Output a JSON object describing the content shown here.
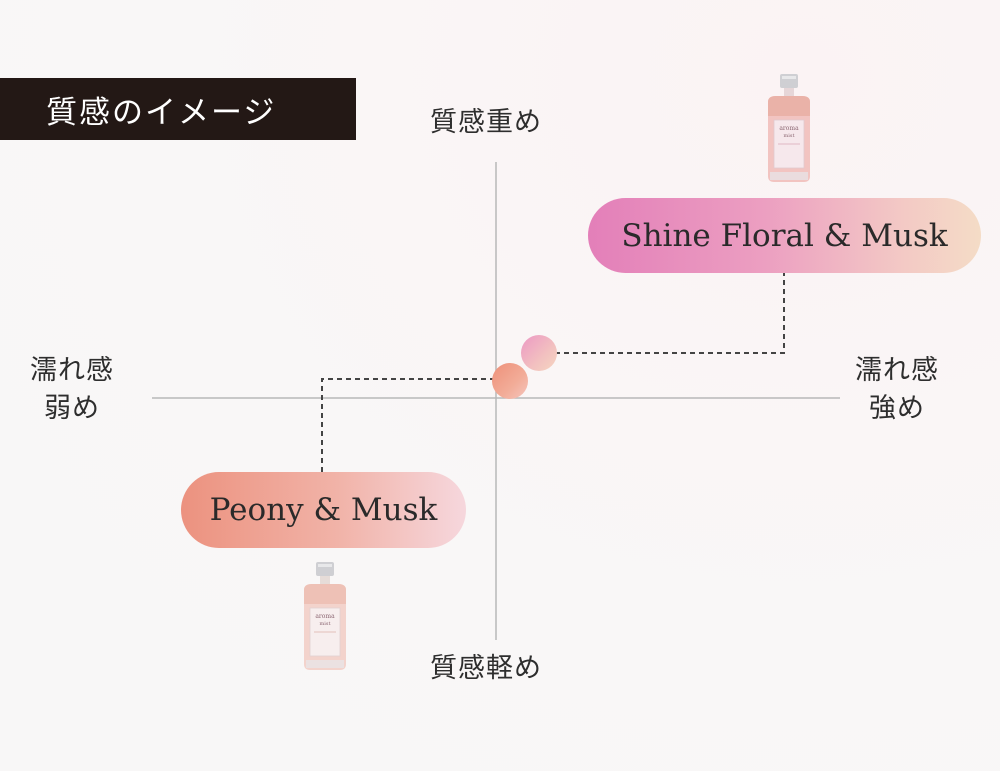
{
  "title": "質感のイメージ",
  "axes": {
    "top": "質感重め",
    "bottom": "質感軽め",
    "left_line1": "濡れ感",
    "left_line2": "弱め",
    "right_line1": "濡れ感",
    "right_line2": "強め"
  },
  "products": [
    {
      "name": "Shine Floral & Musk",
      "gradient": [
        "#e37fb9",
        "#f4dcc6"
      ]
    },
    {
      "name": "Peony & Musk",
      "gradient": [
        "#ec927f",
        "#f6d7dd"
      ]
    }
  ],
  "bottle_label": {
    "brand": "aroma",
    "line": "mist"
  }
}
